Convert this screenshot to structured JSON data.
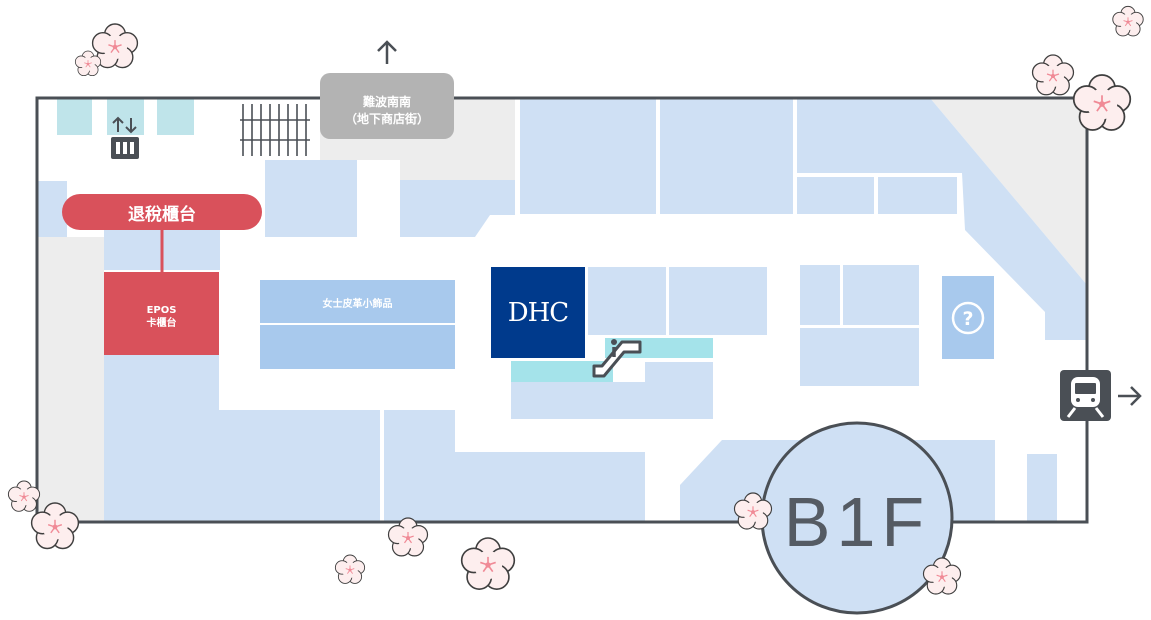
{
  "floor_label": "B1F",
  "exit_north": {
    "label": "難波南南\n（地下商店街）"
  },
  "tax_refund": {
    "label": "退稅櫃台"
  },
  "epos_counter": {
    "label": "EPOS\n卡櫃台"
  },
  "shop_leather": {
    "label": "女士皮革小飾品"
  },
  "shop_dhc": {
    "label": "DHC"
  },
  "icons": [
    "elevator-icon",
    "escalator-icon",
    "information-icon",
    "train-icon",
    "arrow-up-icon",
    "arrow-right-icon",
    "sakura-flower-icon"
  ],
  "colors": {
    "store_blue": "#cfe0f4",
    "store_blue_dark": "#a8c9ed",
    "accent_red": "#d9515b",
    "dhc_navy": "#003a8c",
    "escalator_aqua": "#a4e3ea",
    "service_grey": "#b3b3b3",
    "floor_circle": "#cfe0f4",
    "outline": "#4a4f55"
  }
}
